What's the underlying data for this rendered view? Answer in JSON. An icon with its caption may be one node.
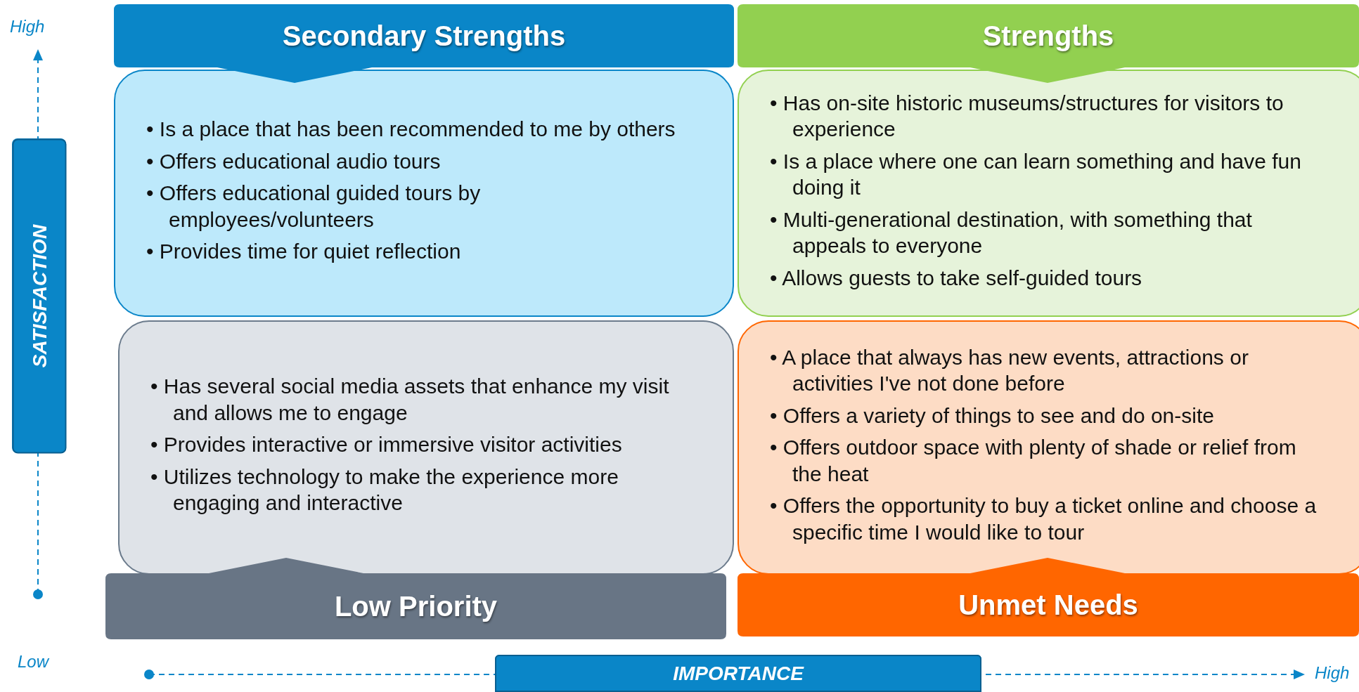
{
  "diagram": {
    "nodes": [
      {
        "text": [
          "Secondary Strengths"
        ]
      },
      {
        "text": [
          "Strengths"
        ]
      },
      {
        "text": [
          "• Is a place that has been recommended to me by others",
          "• Offers educational audio tours",
          "• Offers educational guided tours by employees/volunteers",
          "• Provides time for quiet reflection"
        ]
      },
      {
        "text": [
          "• Has on-site historic museums/structures for visitors to experience",
          "• Is a place where one can learn something and have fun doing it",
          "• Multi-generational destination, with something that appeals to everyone",
          "• Allows guests to take self-guided tours"
        ]
      },
      {
        "text": [
          "• Has several social media assets that enhance my visit and allows me to engage",
          "• Provides interactive or immersive visitor activities",
          "• Utilizes technology to make the experience more engaging and interactive"
        ]
      },
      {
        "text": [
          "• A place that always has new events, attractions or activities I've not done before",
          "• Offers a variety of things to see and do on-site",
          "• Offers outdoor space with plenty of shade or relief from the heat",
          "• Offers the opportunity to buy a ticket online and choose a specific time I would like to tour"
        ]
      },
      {
        "text": [
          "Low Priority"
        ]
      },
      {
        "text": [
          "Unmet Needs"
        ]
      },
      {
        "text": [
          "SATISFACTION"
        ]
      },
      {
        "text": [
          "IMPORTANCE"
        ]
      }
    ],
    "labels": [
      "High",
      "Low",
      "High"
    ]
  }
}
